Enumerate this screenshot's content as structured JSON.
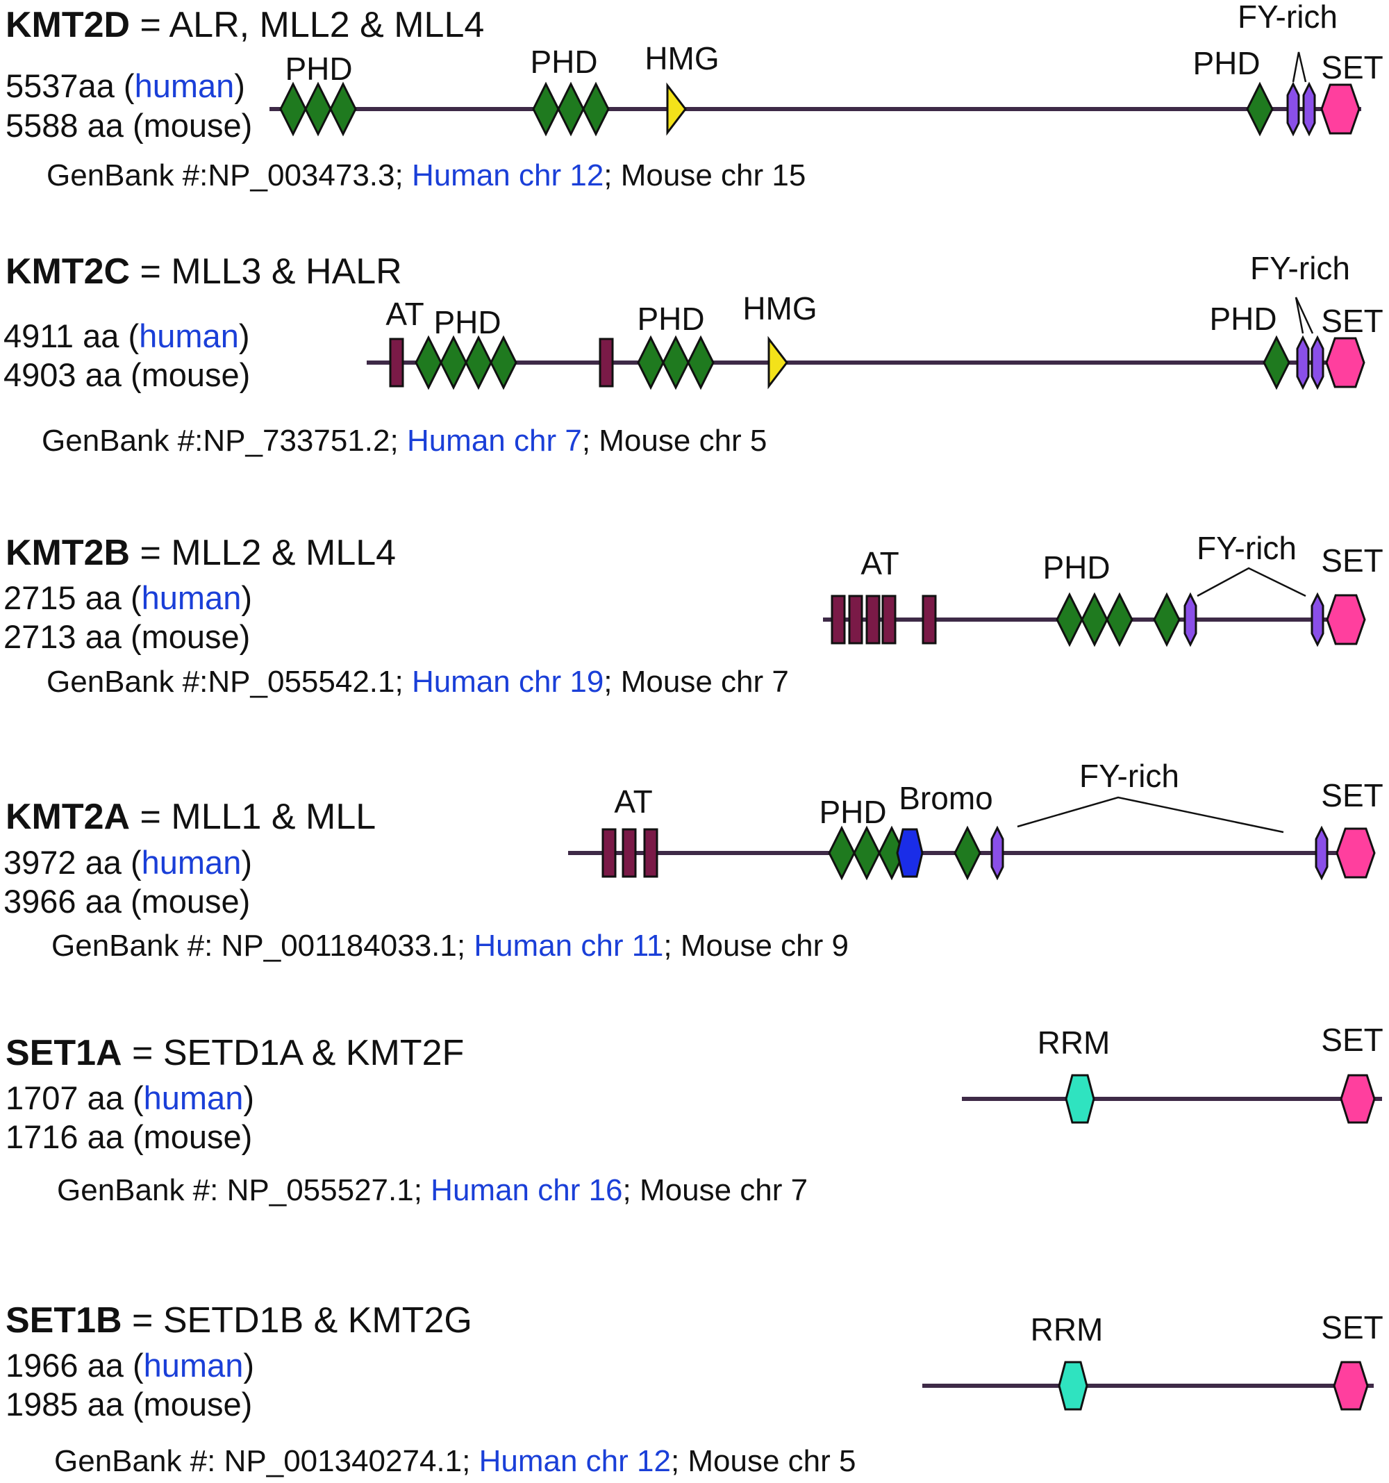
{
  "colors": {
    "backbone": "#3e2a47",
    "outline": "#111111",
    "phd": "#1f7a1f",
    "hmg": "#f3e21a",
    "set": "#ff3f9e",
    "fy_rich": "#8a4fe8",
    "at_hook": "#7a1a47",
    "bromo": "#1a2de8",
    "rrm": "#2fe3c0",
    "link_text": "#1a3fd8"
  },
  "proteins": [
    {
      "id": "kmt2d",
      "name": "KMT2D",
      "aliases": " = ALR, MLL2  & MLL4",
      "human_len": "5537aa",
      "mouse_len": "5588 aa (mouse)",
      "genbank_prefix": "GenBank #:NP_003473.3; ",
      "human_chr": "Human chr 12",
      "mouse_chr": "; Mouse chr 15",
      "domain_labels": [
        "PHD",
        "PHD",
        "HMG",
        "PHD",
        "FY-rich",
        "SET"
      ]
    },
    {
      "id": "kmt2c",
      "name": "KMT2C",
      "aliases": " = MLL3 & HALR",
      "human_len": "4911 aa",
      "mouse_len": "4903 aa (mouse)",
      "genbank_prefix": "GenBank #:NP_733751.2; ",
      "human_chr": "Human chr 7",
      "mouse_chr": "; Mouse chr 5",
      "domain_labels": [
        "AT",
        "PHD",
        "PHD",
        "HMG",
        "PHD",
        "FY-rich",
        "SET"
      ]
    },
    {
      "id": "kmt2b",
      "name": "KMT2B",
      "aliases": " = MLL2 & MLL4",
      "human_len": "2715 aa",
      "mouse_len": "2713 aa (mouse)",
      "genbank_prefix": "GenBank #:NP_055542.1;  ",
      "human_chr": "Human chr 19",
      "mouse_chr": "; Mouse chr 7",
      "domain_labels": [
        "AT",
        "PHD",
        "FY-rich",
        "SET"
      ]
    },
    {
      "id": "kmt2a",
      "name": "KMT2A",
      "aliases": " = MLL1 & MLL",
      "human_len": "3972 aa",
      "mouse_len": "3966 aa (mouse)",
      "genbank_prefix": "GenBank #: NP_001184033.1; ",
      "human_chr": "Human chr 11",
      "mouse_chr": "; Mouse chr 9",
      "domain_labels": [
        "AT",
        "PHD",
        "Bromo",
        "FY-rich",
        "SET"
      ]
    },
    {
      "id": "set1a",
      "name": "SET1A",
      "aliases": " = SETD1A & KMT2F",
      "human_len": "1707 aa",
      "mouse_len": "1716 aa (mouse)",
      "genbank_prefix": "GenBank #: NP_055527.1; ",
      "human_chr": "Human chr 16",
      "mouse_chr": "; Mouse chr 7",
      "domain_labels": [
        "RRM",
        "SET"
      ]
    },
    {
      "id": "set1b",
      "name": "SET1B",
      "aliases": " = SETD1B & KMT2G",
      "human_len": "1966 aa",
      "mouse_len": "1985 aa (mouse)",
      "genbank_prefix": "GenBank #: NP_001340274.1; ",
      "human_chr": "Human chr 12",
      "mouse_chr": "; Mouse chr 5",
      "domain_labels": [
        "RRM",
        "SET"
      ]
    }
  ],
  "species_human": "human",
  "paren_open": " (",
  "paren_close": ")"
}
